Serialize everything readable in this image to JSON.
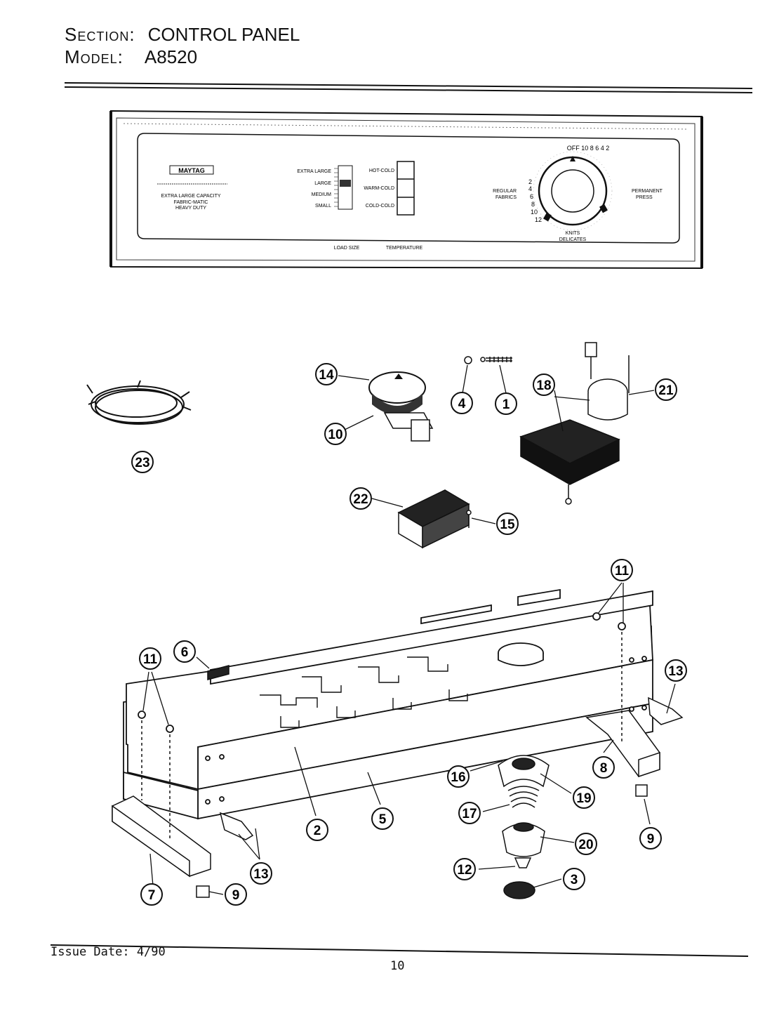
{
  "header": {
    "section_label": "Section:",
    "section_value": "CONTROL PANEL",
    "model_label": "Model:",
    "model_value": "A8520"
  },
  "panel": {
    "brand": "MAYTAG",
    "lines": [
      "EXTRA LARGE CAPACITY",
      "FABRIC-MATIC",
      "HEAVY DUTY"
    ],
    "load_size": {
      "title": "LOAD SIZE",
      "options": [
        "EXTRA LARGE",
        "LARGE",
        "MEDIUM",
        "SMALL"
      ]
    },
    "temperature": {
      "title": "TEMPERATURE",
      "options": [
        "HOT-COLD",
        "WARM-COLD",
        "COLD-COLD"
      ]
    },
    "dial": {
      "top_numbers": "OFF 10 8 6 4 2",
      "left_numbers": [
        "2",
        "4",
        "6",
        "8",
        "10",
        "12"
      ],
      "left_label": [
        "REGULAR",
        "FABRICS"
      ],
      "right_label": [
        "PERMANENT",
        "PRESS"
      ],
      "bottom_label": [
        "KNITS",
        "DELICATES"
      ]
    }
  },
  "callouts": [
    "1",
    "2",
    "3",
    "4",
    "5",
    "6",
    "7",
    "8",
    "9",
    "9",
    "10",
    "11",
    "11",
    "12",
    "13",
    "13",
    "14",
    "15",
    "16",
    "17",
    "18",
    "19",
    "20",
    "21",
    "22",
    "23"
  ],
  "footer": {
    "issue_date": "Issue Date: 4/90",
    "page_number": "10"
  },
  "colors": {
    "ink": "#111111",
    "paper": "#ffffff"
  }
}
